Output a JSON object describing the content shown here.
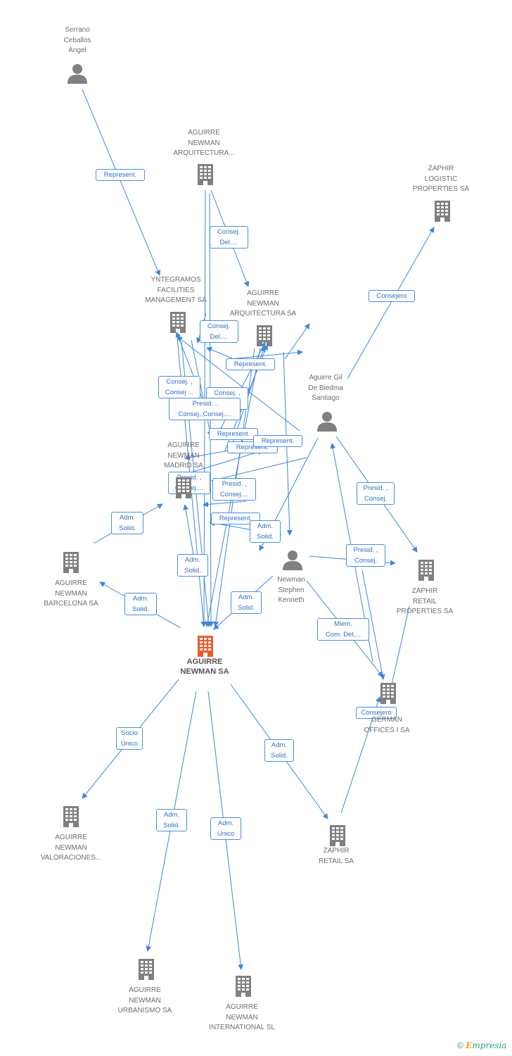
{
  "colors": {
    "edge": "#3f87d9",
    "icon": "#808080",
    "focus_icon": "#ef5a2c",
    "label_text": "#6e6e6e",
    "edge_label_text": "#2f6fc0",
    "edge_label_border": "#4a8fdc"
  },
  "nodes": [
    {
      "id": "serrano",
      "type": "person",
      "name": "Serrano\nCeballos\nAngel"
    },
    {
      "id": "an_arq_top",
      "type": "company",
      "name": "AGUIRRE\nNEWMAN\nARQUITECTURA..."
    },
    {
      "id": "zaphir_logistic",
      "type": "company",
      "name": "ZAPHIR\nLOGISTIC\nPROPERTIES SA"
    },
    {
      "id": "yntegramos",
      "type": "company",
      "name": "YNTEGRAMOS\nFACILITIES\nMANAGEMENT SA"
    },
    {
      "id": "an_arq_sa",
      "type": "company",
      "name": "AGUIRRE\nNEWMAN\nARQUITECTURA SA"
    },
    {
      "id": "aguirre_gil",
      "type": "person",
      "name": "Aguirre Gil\nDe Biedma\nSantiago"
    },
    {
      "id": "an_madrid",
      "type": "company",
      "name": "AGUIRRE\nNEWMAN\nMADRID SA"
    },
    {
      "id": "an_barcelona",
      "type": "company",
      "name": "AGUIRRE\nNEWMAN\nBARCELONA SA"
    },
    {
      "id": "newman",
      "type": "person",
      "name": "Newman\nStephen\nKenneth"
    },
    {
      "id": "zaphir_retail_prop",
      "type": "company",
      "name": "ZAPHIR\nRETAIL\nPROPERTIES SA"
    },
    {
      "id": "main",
      "type": "company",
      "focus": true,
      "name": "AGUIRRE\nNEWMAN SA"
    },
    {
      "id": "german",
      "type": "company",
      "name": "GERMAN\nOFFICES I SA"
    },
    {
      "id": "an_valoraciones",
      "type": "company",
      "name": "AGUIRRE\nNEWMAN\nVALORACIONES..."
    },
    {
      "id": "zaphir_retail",
      "type": "company",
      "name": "ZAPHIR\nRETAIL SA"
    },
    {
      "id": "an_urbanismo",
      "type": "company",
      "name": "AGUIRRE\nNEWMAN\nURBANISMO SA"
    },
    {
      "id": "an_international",
      "type": "company",
      "name": "AGUIRRE\nNEWMAN\nINTERNATIONAL SL"
    }
  ],
  "edge_labels": [
    "Represent.",
    "Consej.\nDel....",
    "Consejero",
    "Consej.\nDel....",
    "Represent.",
    "Consej. ,\nConsej....",
    "Consej. ,\nConsej....",
    "Presid. ,\nConsej.,Consej....",
    "Represent.",
    "Represent.",
    "Represent.",
    "Presid. ,\nConsej....",
    "Presid. ,\nConsej....",
    "Represent.",
    "Adm.\nSolid.",
    "Adm.\nSolid.",
    "Presid. ,\nConsej.",
    "Adm.\nSolid.",
    "Presid. ,\nConsej.",
    "Adm.\nSolid.",
    "Adm.\nSolid.",
    "Miem.\nCom. Del,...",
    "Consejero",
    "Socio\nÚnico",
    "Adm.\nSolid.",
    "Adm.\nSolid.",
    "Adm.\nUnico"
  ],
  "footer": {
    "copyright": "©",
    "brand_first": "E",
    "brand_rest": "mpresia"
  }
}
